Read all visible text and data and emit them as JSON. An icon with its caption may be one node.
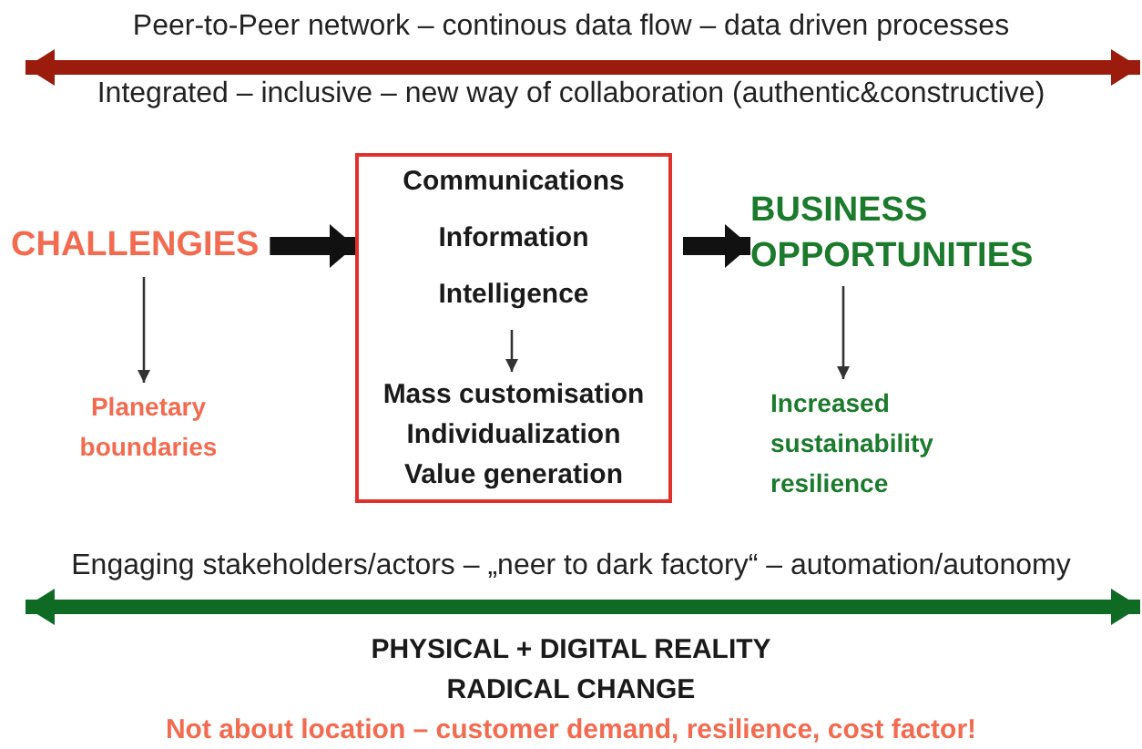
{
  "diagram": {
    "nodes": [
      {
        "text": [
          "CHALLENGIES"
        ]
      },
      {
        "text": [],
        "shape": "box"
      },
      {
        "text": [
          "Communications Information Intelligence"
        ],
        "in": 1
      },
      {
        "text": [
          "Mass customisation Individualization Value generation"
        ],
        "in": 1
      },
      {
        "text": [
          "BUSINESS OPPORTUNITIES"
        ]
      },
      {
        "text": [
          "Planetary boundaries"
        ]
      },
      {
        "text": [
          "Increased sustainability resilience"
        ]
      }
    ],
    "edges": [
      {
        "from": 0,
        "to": 1,
        "arrow": "to",
        "style": "thick"
      },
      {
        "from": 2,
        "to": 3,
        "arrow": "to"
      },
      {
        "from": 1,
        "to": 4,
        "arrow": "to",
        "style": "thick"
      },
      {
        "from": 0,
        "to": 5,
        "arrow": "to"
      },
      {
        "from": 4,
        "to": 6,
        "arrow": "to"
      }
    ],
    "labels": [
      "Peer-to-Peer network – continous data flow – data driven processes",
      "Integrated – inclusive – new way of collaboration (authentic&constructive)",
      "Engaging stakeholders/actors – „neer to dark factory“ – automation/autonomy",
      "PHYSICAL + DIGITAL REALITY",
      "RADICAL CHANGE",
      "Not about location – customer demand, resilience, cost factor!"
    ]
  }
}
